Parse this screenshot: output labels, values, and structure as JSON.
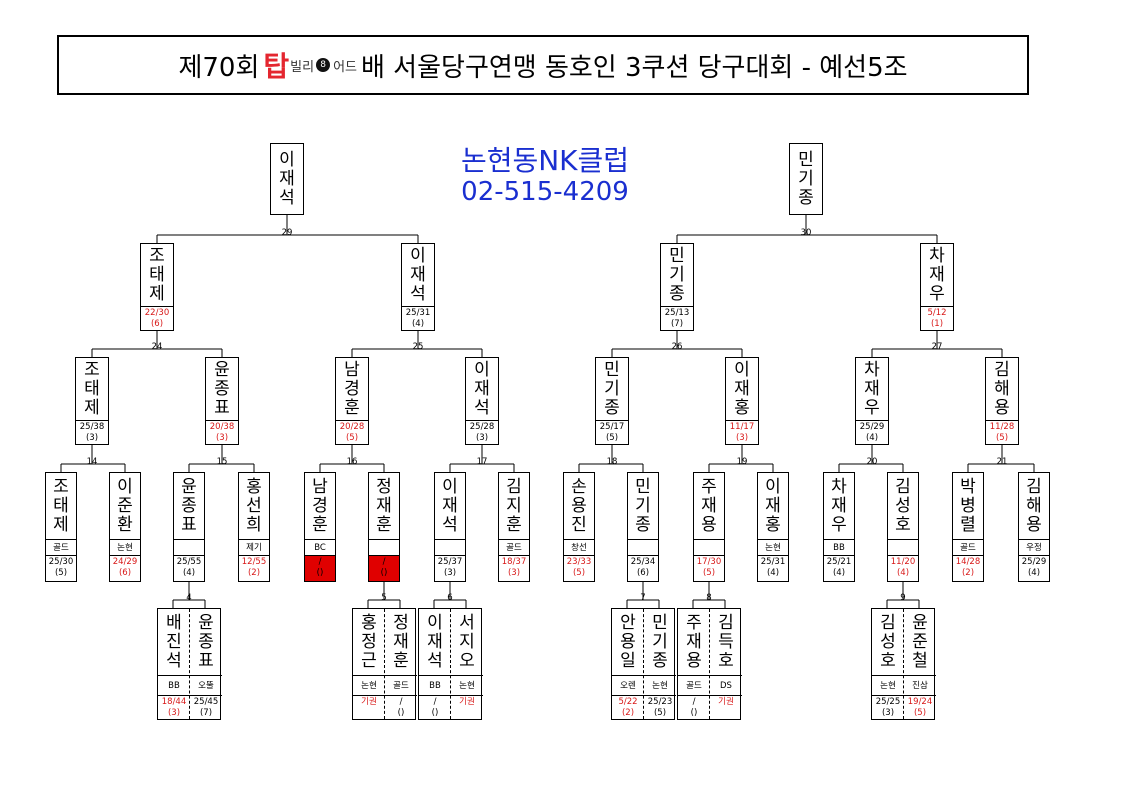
{
  "title": {
    "prefix": "제70회",
    "logo_main": "탑",
    "logo_mid": "빌리",
    "logo_ball": "8",
    "logo_end": "어드",
    "suffix": "배 서울당구연맹 동호인 3쿠션 당구대회 - 예선5조"
  },
  "club": {
    "name": "논현동NK클럽",
    "phone": "02-515-4209"
  },
  "bracket": {
    "final": [
      {
        "name": "이재석"
      },
      {
        "name": "민기종"
      }
    ],
    "semi": [
      {
        "name": "조태제",
        "score": "22/30",
        "inning": "(6)",
        "lose": true
      },
      {
        "name": "이재석",
        "score": "25/31",
        "inning": "(4)"
      },
      {
        "name": "민기종",
        "score": "25/13",
        "inning": "(7)"
      },
      {
        "name": "차재우",
        "score": "5/12",
        "inning": "(1)",
        "lose": true
      }
    ],
    "quarter": [
      {
        "name": "조태제",
        "score": "25/38",
        "inning": "(3)"
      },
      {
        "name": "윤종표",
        "score": "20/38",
        "inning": "(3)",
        "lose": true
      },
      {
        "name": "남경훈",
        "score": "20/28",
        "inning": "(5)",
        "lose": true
      },
      {
        "name": "이재석",
        "score": "25/28",
        "inning": "(3)"
      },
      {
        "name": "민기종",
        "score": "25/17",
        "inning": "(5)"
      },
      {
        "name": "이재홍",
        "score": "11/17",
        "inning": "(3)",
        "lose": true
      },
      {
        "name": "차재우",
        "score": "25/29",
        "inning": "(4)"
      },
      {
        "name": "김해용",
        "score": "11/28",
        "inning": "(5)",
        "lose": true
      }
    ],
    "r16": [
      {
        "name": "조태제",
        "club": "골드",
        "score": "25/30",
        "inning": "(5)"
      },
      {
        "name": "이준환",
        "club": "논현",
        "score": "24/29",
        "inning": "(6)",
        "lose": true
      },
      {
        "name": "윤종표",
        "club": "",
        "score": "25/55",
        "inning": "(4)"
      },
      {
        "name": "홍선희",
        "club": "제기",
        "score": "12/55",
        "inning": "(2)",
        "lose": true
      },
      {
        "name": "남경훈",
        "club": "BC",
        "score": "/",
        "inning": "()",
        "fill": true
      },
      {
        "name": "정재훈",
        "club": "",
        "score": "/",
        "inning": "()",
        "fill": true
      },
      {
        "name": "이재석",
        "club": "",
        "score": "25/37",
        "inning": "(3)"
      },
      {
        "name": "김지훈",
        "club": "골드",
        "score": "18/37",
        "inning": "(3)",
        "lose": true
      },
      {
        "name": "손용진",
        "club": "창선",
        "score": "23/33",
        "inning": "(5)",
        "lose": true
      },
      {
        "name": "민기종",
        "club": "",
        "score": "25/34",
        "inning": "(6)"
      },
      {
        "name": "주재용",
        "club": "",
        "score": "17/30",
        "inning": "(5)",
        "lose": true
      },
      {
        "name": "이재홍",
        "club": "논현",
        "score": "25/31",
        "inning": "(4)"
      },
      {
        "name": "차재우",
        "club": "BB",
        "score": "25/21",
        "inning": "(4)"
      },
      {
        "name": "김성호",
        "club": "",
        "score": "11/20",
        "inning": "(4)",
        "lose": true
      },
      {
        "name": "박병렬",
        "club": "골드",
        "score": "14/28",
        "inning": "(2)",
        "lose": true
      },
      {
        "name": "김해용",
        "club": "우정",
        "score": "25/29",
        "inning": "(4)"
      }
    ],
    "r32": [
      {
        "a": {
          "name": "배진석",
          "club": "BB",
          "score": "18/44",
          "inning": "(3)",
          "lose": true
        },
        "b": {
          "name": "윤종표",
          "club": "오뚤",
          "score": "25/45",
          "inning": "(7)"
        }
      },
      {
        "a": {
          "name": "홍정근",
          "club": "논현",
          "score": "기권",
          "inning": "",
          "lose": true
        },
        "b": {
          "name": "정재훈",
          "club": "골드",
          "score": "/",
          "inning": "()"
        }
      },
      {
        "a": {
          "name": "이재석",
          "club": "BB",
          "score": "/",
          "inning": "()"
        },
        "b": {
          "name": "서지오",
          "club": "논현",
          "score": "기권",
          "inning": "",
          "lose": true
        }
      },
      {
        "a": {
          "name": "안용일",
          "club": "오렌",
          "score": "5/22",
          "inning": "(2)",
          "lose": true
        },
        "b": {
          "name": "민기종",
          "club": "논현",
          "score": "25/23",
          "inning": "(5)"
        }
      },
      {
        "a": {
          "name": "주재용",
          "club": "골드",
          "score": "/",
          "inning": "()"
        },
        "b": {
          "name": "김득호",
          "club": "DS",
          "score": "기권",
          "inning": "",
          "lose": true
        }
      },
      {
        "a": {
          "name": "김성호",
          "club": "논현",
          "score": "25/25",
          "inning": "(3)"
        },
        "b": {
          "name": "윤준철",
          "club": "진삼",
          "score": "19/24",
          "inning": "(5)",
          "lose": true
        }
      }
    ],
    "match_numbers": {
      "final": [
        "29",
        "30"
      ],
      "semi": [
        "24",
        "25",
        "26",
        "27"
      ],
      "quarter": [
        "14",
        "15",
        "16",
        "17",
        "18",
        "19",
        "20",
        "21"
      ],
      "r32": [
        "4",
        "5",
        "6",
        "7",
        "8",
        "9"
      ]
    }
  }
}
